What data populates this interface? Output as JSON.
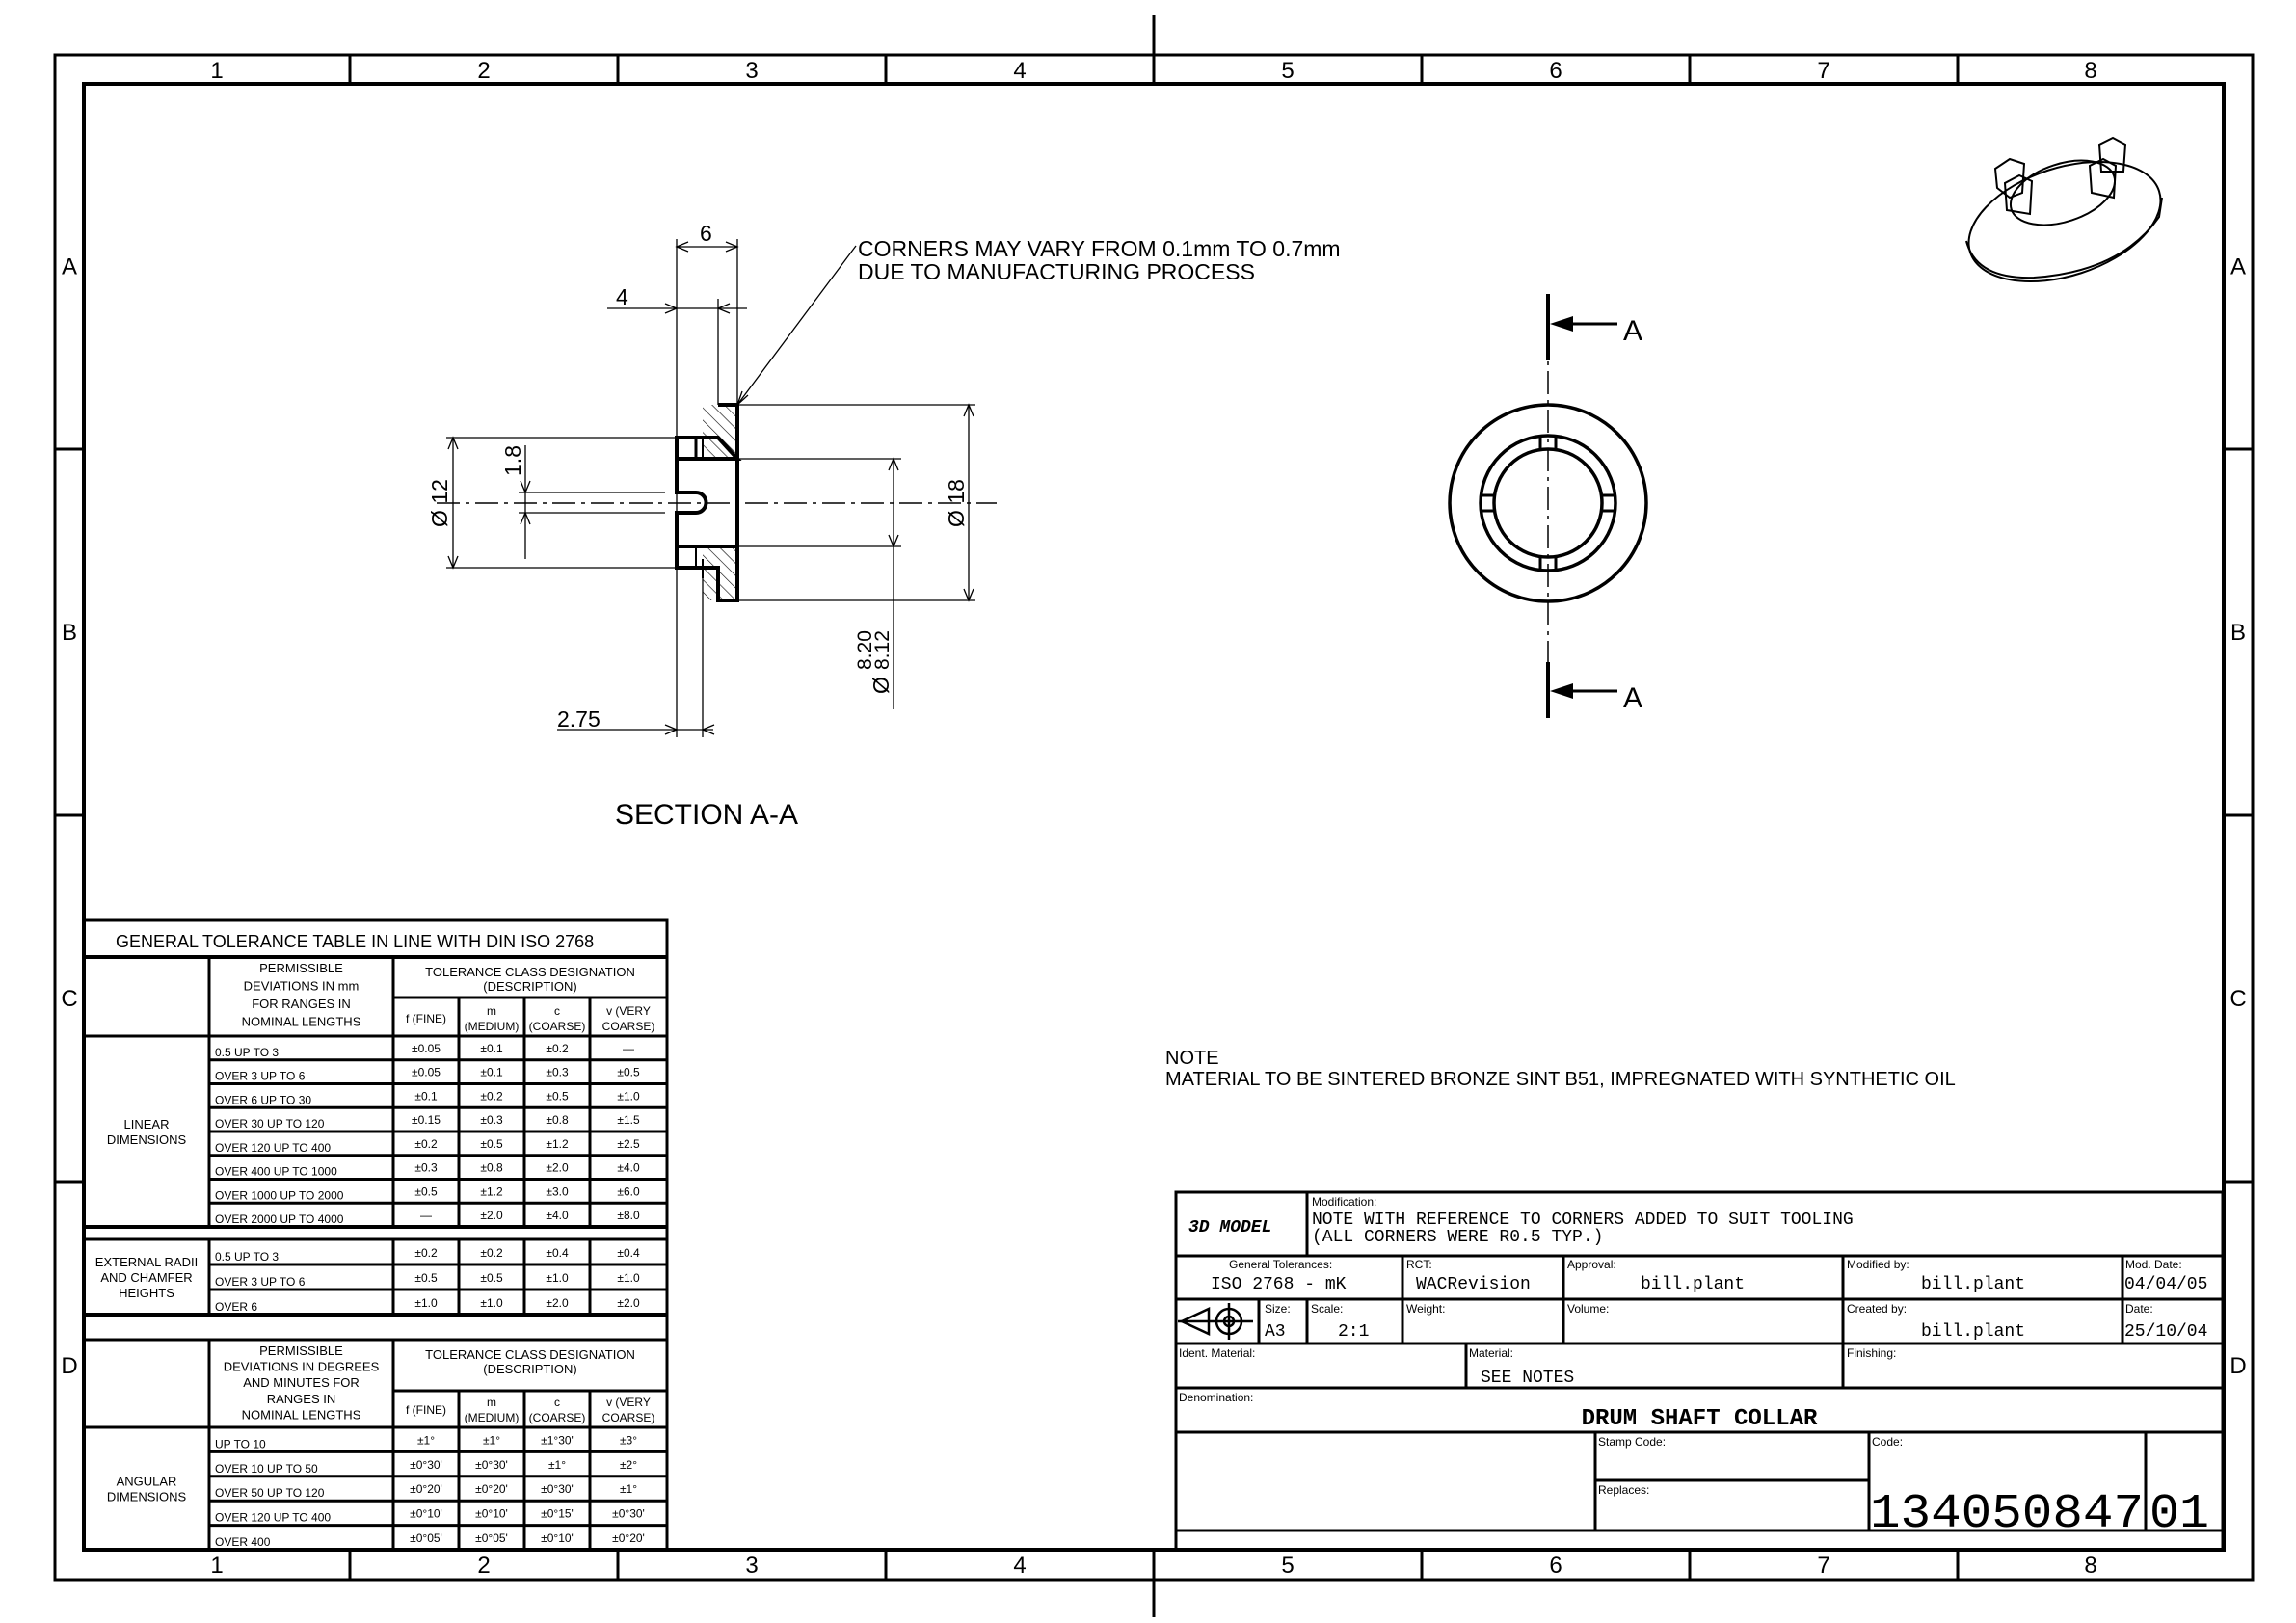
{
  "frame": {
    "zone_columns": [
      "1",
      "2",
      "3",
      "4",
      "5",
      "6",
      "7",
      "8"
    ],
    "zone_rows": [
      "A",
      "B",
      "C",
      "D"
    ]
  },
  "section_view": {
    "title": "SECTION A-A",
    "corner_note_line1": "CORNERS MAY VARY FROM 0.1mm TO 0.7mm",
    "corner_note_line2": "DUE TO MANUFACTURING PROCESS",
    "dim_overall_width": "6",
    "dim_flange_offset": "4",
    "dim_hub_step": "2.75",
    "dim_hub_diameter": "Ø 12",
    "dim_slot_width": "1.8",
    "dim_flange_diameter": "Ø 18",
    "dim_bore_symbol": "Ø",
    "dim_bore_upper": "8.20",
    "dim_bore_lower": "8.12"
  },
  "front_view": {
    "section_marker_top": "A",
    "section_marker_bottom": "A"
  },
  "note": {
    "heading": "NOTE",
    "text": "MATERIAL TO BE SINTERED BRONZE SINT B51, IMPREGNATED WITH SYNTHETIC OIL"
  },
  "tolerance_table": {
    "title": "GENERAL TOLERANCE TABLE IN LINE WITH DIN ISO 2768",
    "class_title": "TOLERANCE CLASS DESIGNATION",
    "class_desc": "(DESCRIPTION)",
    "classes": [
      [
        "f (FINE)"
      ],
      [
        "m",
        "(MEDIUM)"
      ],
      [
        "c",
        "(COARSE)"
      ],
      [
        "v (VERY",
        "COARSE)"
      ]
    ],
    "linear_desc": [
      "PERMISSIBLE",
      "DEVIATIONS IN mm",
      "FOR RANGES IN",
      "NOMINAL LENGTHS"
    ],
    "linear_label": [
      "LINEAR",
      "DIMENSIONS"
    ],
    "linear_rows": [
      {
        "range": "0.5 UP TO 3",
        "values": [
          "±0.05",
          "±0.1",
          "±0.2",
          "—"
        ]
      },
      {
        "range": "OVER 3 UP TO 6",
        "values": [
          "±0.05",
          "±0.1",
          "±0.3",
          "±0.5"
        ]
      },
      {
        "range": "OVER 6 UP TO 30",
        "values": [
          "±0.1",
          "±0.2",
          "±0.5",
          "±1.0"
        ]
      },
      {
        "range": "OVER 30 UP TO 120",
        "values": [
          "±0.15",
          "±0.3",
          "±0.8",
          "±1.5"
        ]
      },
      {
        "range": "OVER 120 UP TO 400",
        "values": [
          "±0.2",
          "±0.5",
          "±1.2",
          "±2.5"
        ]
      },
      {
        "range": "OVER 400 UP TO 1000",
        "values": [
          "±0.3",
          "±0.8",
          "±2.0",
          "±4.0"
        ]
      },
      {
        "range": "OVER 1000 UP TO 2000",
        "values": [
          "±0.5",
          "±1.2",
          "±3.0",
          "±6.0"
        ]
      },
      {
        "range": "OVER 2000 UP TO 4000",
        "values": [
          "—",
          "±2.0",
          "±4.0",
          "±8.0"
        ]
      }
    ],
    "radii_label": [
      "EXTERNAL RADII",
      "AND CHAMFER",
      "HEIGHTS"
    ],
    "radii_rows": [
      {
        "range": "0.5 UP TO 3",
        "values": [
          "±0.2",
          "±0.2",
          "±0.4",
          "±0.4"
        ]
      },
      {
        "range": "OVER 3 UP TO 6",
        "values": [
          "±0.5",
          "±0.5",
          "±1.0",
          "±1.0"
        ]
      },
      {
        "range": "OVER 6",
        "values": [
          "±1.0",
          "±1.0",
          "±2.0",
          "±2.0"
        ]
      }
    ],
    "angular_desc": [
      "PERMISSIBLE",
      "DEVIATIONS IN DEGREES",
      "AND MINUTES FOR",
      "RANGES IN",
      "NOMINAL LENGTHS"
    ],
    "angular_label": [
      "ANGULAR",
      "DIMENSIONS"
    ],
    "angular_rows": [
      {
        "range": "UP TO 10",
        "values": [
          "±1°",
          "±1°",
          "±1°30'",
          "±3°"
        ]
      },
      {
        "range": "OVER 10 UP TO 50",
        "values": [
          "±0°30'",
          "±0°30'",
          "±1°",
          "±2°"
        ]
      },
      {
        "range": "OVER 50 UP TO 120",
        "values": [
          "±0°20'",
          "±0°20'",
          "±0°30'",
          "±1°"
        ]
      },
      {
        "range": "OVER 120 UP TO 400",
        "values": [
          "±0°10'",
          "±0°10'",
          "±0°15'",
          "±0°30'"
        ]
      },
      {
        "range": "OVER 400",
        "values": [
          "±0°05'",
          "±0°05'",
          "±0°10'",
          "±0°20'"
        ]
      }
    ]
  },
  "title_block": {
    "model_label": "3D MODEL",
    "modification_label": "Modification:",
    "modification_line1": "NOTE WITH REFERENCE TO CORNERS ADDED TO SUIT TOOLING",
    "modification_line2": "(ALL CORNERS WERE R0.5 TYP.)",
    "general_tolerances_label": "General Tolerances:",
    "general_tolerances": "ISO 2768 - mK",
    "rct_label": "RCT:",
    "rct": "WACRevision",
    "approval_label": "Approval:",
    "approval": "bill.plant",
    "modified_by_label": "Modified by:",
    "modified_by": "bill.plant",
    "mod_date_label": "Mod. Date:",
    "mod_date": "04/04/05",
    "size_label": "Size:",
    "size": "A3",
    "scale_label": "Scale:",
    "scale": "2:1",
    "weight_label": "Weight:",
    "volume_label": "Volume:",
    "created_by_label": "Created by:",
    "created_by": "bill.plant",
    "date_label": "Date:",
    "date": "25/10/04",
    "ident_material_label": "Ident. Material:",
    "material_label": "Material:",
    "material": "SEE NOTES",
    "finishing_label": "Finishing:",
    "denomination_label": "Denomination:",
    "denomination": "DRUM SHAFT COLLAR",
    "stamp_code_label": "Stamp Code:",
    "replaces_label": "Replaces:",
    "code_label": "Code:",
    "code": "134050847",
    "revision": "01"
  }
}
